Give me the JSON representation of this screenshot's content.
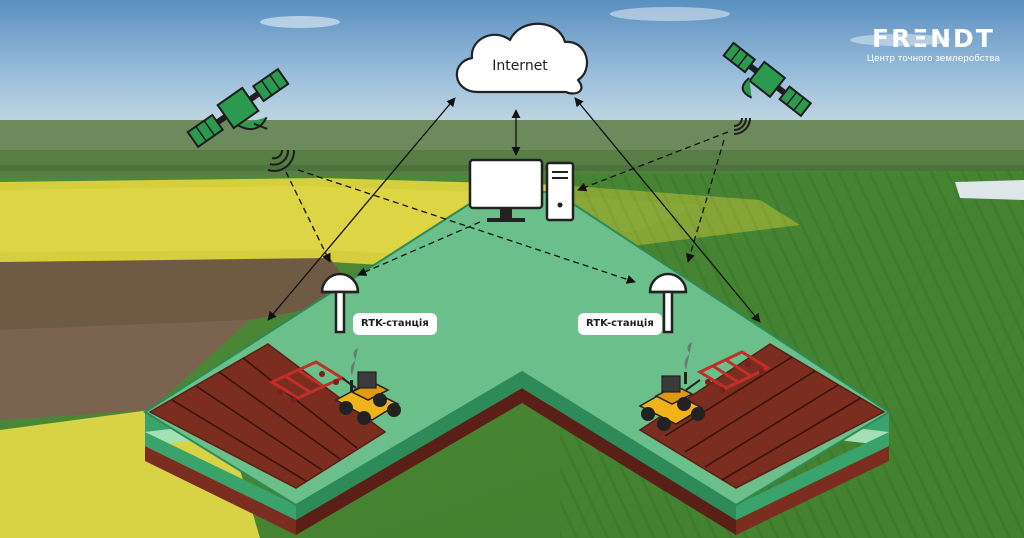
{
  "brand": {
    "name": "FRΞNDT",
    "tagline": "Центр точного землеробства"
  },
  "diagram": {
    "cloud_label": "Internet",
    "stations": [
      {
        "label": "RTK-станція"
      },
      {
        "label": "RTK-станція"
      }
    ]
  },
  "colors": {
    "platform_top": "#6abf8b",
    "platform_edge": "#3aa26b",
    "soil": "#7b2d20",
    "satellite_green": "#2b9a4f",
    "tractor_yellow": "#f2b21a",
    "harrow_red": "#c02f2a"
  },
  "icons": [
    "satellite-icon",
    "cloud-icon",
    "monitor-icon",
    "computer-tower-icon",
    "rtk-antenna-icon",
    "tractor-icon",
    "harrow-icon"
  ]
}
